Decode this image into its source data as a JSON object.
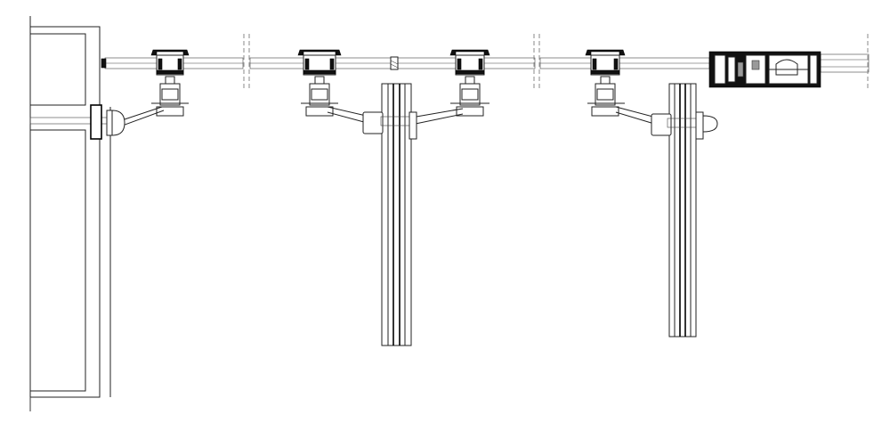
{
  "drawing": {
    "kind": "curtain wall spider-fitting plan section (line drawing, no text labels)",
    "colors": {
      "line": "#222222",
      "hatch": "#555555",
      "fill_dark": "#111111",
      "background": "#ffffff"
    },
    "counts": {
      "spider_fittings": 4,
      "glass_fins": 2,
      "break_lines": 3
    }
  }
}
